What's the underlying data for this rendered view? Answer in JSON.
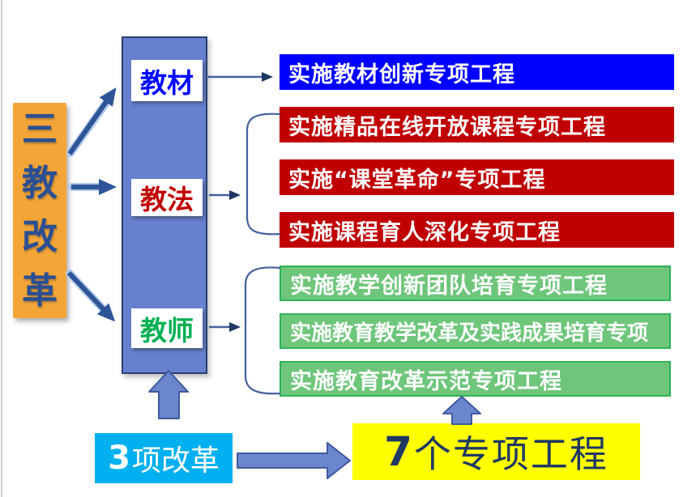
{
  "diagram": {
    "left_box": {
      "label": "三教改革",
      "chars": [
        "三",
        "教",
        "改",
        "革"
      ]
    },
    "center_labels": [
      {
        "label": "教材",
        "color": "#0009FF"
      },
      {
        "label": "教法",
        "color": "#C00000"
      },
      {
        "label": "教师",
        "color": "#00B050"
      }
    ],
    "projects": [
      {
        "label": "实施教材创新专项工程",
        "type": "blue"
      },
      {
        "label": "实施精品在线开放课程专项工程",
        "type": "red"
      },
      {
        "label": "实施“课堂革命”专项工程",
        "type": "red"
      },
      {
        "label": "实施课程育人深化专项工程",
        "type": "red"
      },
      {
        "label": "实施教学创新团队培育专项工程",
        "type": "green"
      },
      {
        "label": "实施教育教学改革及实践成果培育专项",
        "type": "green"
      },
      {
        "label": "实施教育改革示范专项工程",
        "type": "green"
      }
    ],
    "bottom": {
      "reforms": {
        "number": "3",
        "rest": "项改革"
      },
      "projects": {
        "number": "7",
        "rest": "个专项工程"
      }
    },
    "colors": {
      "orange_box": "#F3A637",
      "center_box": "#6781CF",
      "bar_blue": "#0000FE",
      "bar_red": "#C00000",
      "bar_green_fill": "#6EC67B",
      "bar_green_border": "#2FB457",
      "cyan_box": "#00B0F0",
      "yellow_box": "#FFFF00",
      "arrow_dark_blue": "#2E5597",
      "block_arrow_fill": "#6C86CE",
      "title_text": "#2B4F93"
    }
  }
}
